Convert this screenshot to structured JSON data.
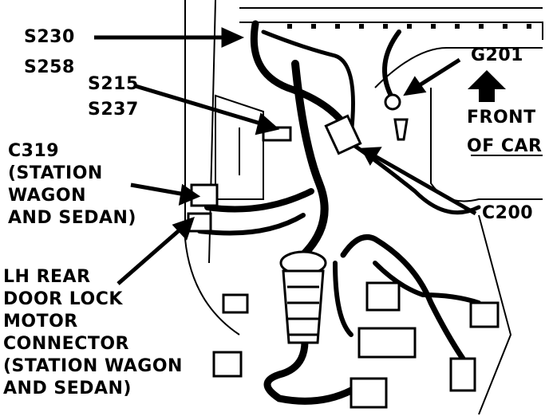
{
  "labels": {
    "s230": "S230",
    "s258": "S258",
    "s215": "S215",
    "s237": "S237",
    "g201": "G201",
    "front_of_car_1": "FRONT",
    "front_of_car_2": "OF CAR",
    "c319": [
      "C319",
      "(STATION",
      "WAGON",
      "AND SEDAN)"
    ],
    "c200": "C200",
    "lh_rear_door": [
      "LH REAR",
      "DOOR LOCK",
      "MOTOR",
      "CONNECTOR",
      "(STATION WAGON",
      "AND SEDAN)"
    ]
  },
  "colors": {
    "ink": "#000000",
    "paper": "#ffffff"
  }
}
